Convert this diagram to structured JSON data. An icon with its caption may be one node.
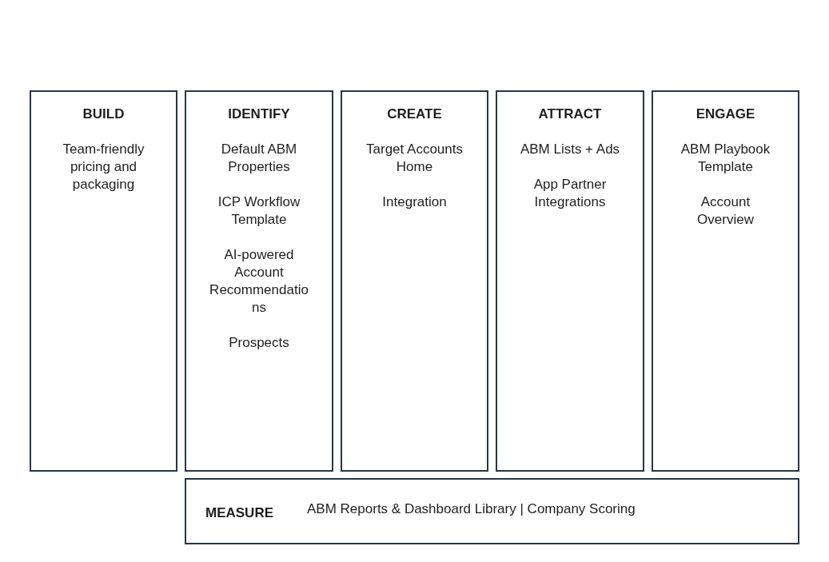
{
  "diagram": {
    "nodes": [
      {
        "text": [
          "BUILD",
          "Team-friendly pricing and packaging"
        ]
      },
      {
        "text": [
          "IDENTIFY",
          "Default ABM Properties",
          "ICP Workflow Template",
          "AI-powered Account Recommendations",
          "Prospects"
        ]
      },
      {
        "text": [
          "CREATE",
          "Target Accounts Home",
          "Integration"
        ]
      },
      {
        "text": [
          "ATTRACT",
          "ABM Lists + Ads",
          "App Partner Integrations"
        ]
      },
      {
        "text": [
          "ENGAGE",
          "ABM Playbook Template",
          "Account Overview"
        ]
      },
      {
        "text": [
          "MEASURE",
          "ABM Reports & Dashboard Library | Company Scoring"
        ]
      }
    ]
  }
}
